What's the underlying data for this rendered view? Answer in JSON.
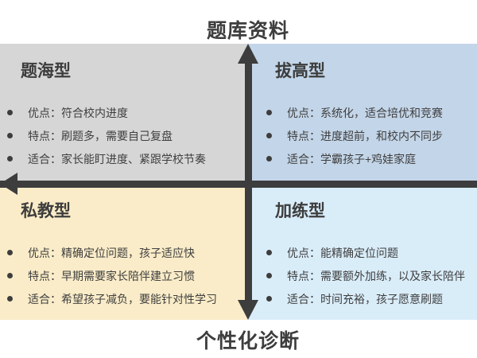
{
  "axes": {
    "top_label": "题库资料",
    "bottom_label": "个性化诊断"
  },
  "colors": {
    "background": "#ffffff",
    "axis": "#3d3d3d",
    "text": "#3f3f3f",
    "quadrant_bgs": [
      "#d6d6d6",
      "#c3d5e8",
      "#faecc8",
      "#d9edf9"
    ]
  },
  "quadrants": [
    {
      "id": "top-left",
      "title": "题海型",
      "bullets": [
        "优点：符合校内进度",
        "特点：刷题多，需要自己复盘",
        "适合：家长能盯进度、紧跟学校节奏"
      ]
    },
    {
      "id": "top-right",
      "title": "拔高型",
      "bullets": [
        "优点：系统化，适合培优和竞赛",
        "特点：进度超前，和校内不同步",
        "适合：学霸孩子+鸡娃家庭"
      ]
    },
    {
      "id": "bottom-left",
      "title": "私教型",
      "bullets": [
        "优点：精确定位问题，孩子适应快",
        "特点：早期需要家长陪伴建立习惯",
        "适合：希望孩子减负，要能针对性学习"
      ]
    },
    {
      "id": "bottom-right",
      "title": "加练型",
      "bullets": [
        "优点：能精确定位问题",
        "特点：需要额外加练，以及家长陪伴",
        "适合：时间充裕，孩子愿意刷题"
      ]
    }
  ]
}
